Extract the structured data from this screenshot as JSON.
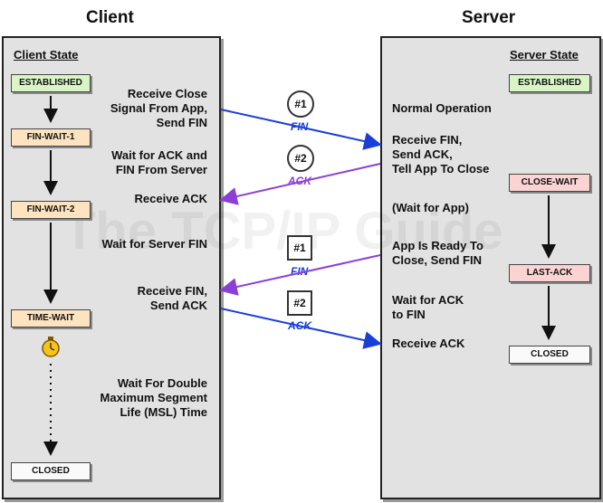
{
  "headers": {
    "client": "Client",
    "server": "Server"
  },
  "client": {
    "title": "Client State",
    "states": [
      "ESTABLISHED",
      "FIN-WAIT-1",
      "FIN-WAIT-2",
      "TIME-WAIT",
      "CLOSED"
    ],
    "labels": {
      "receive_close": [
        "Receive Close",
        "Signal From App,",
        "Send FIN"
      ],
      "wait_ack_fin": [
        "Wait for ACK and",
        "FIN From Server"
      ],
      "receive_ack": "Receive ACK",
      "wait_server_fin": "Wait for Server FIN",
      "receive_fin_send_ack": [
        "Receive FIN,",
        "Send ACK"
      ],
      "wait_double_msl": [
        "Wait For Double",
        "Maximum Segment",
        "Life (MSL) Time"
      ]
    }
  },
  "server": {
    "title": "Server State",
    "states": [
      "ESTABLISHED",
      "CLOSE-WAIT",
      "LAST-ACK",
      "CLOSED"
    ],
    "labels": {
      "normal_operation": "Normal Operation",
      "receive_fin_send_ack": [
        "Receive FIN,",
        "Send ACK,",
        "Tell App To Close"
      ],
      "wait_for_app": "(Wait for App)",
      "app_ready": [
        "App Is Ready To",
        "Close, Send FIN"
      ],
      "wait_ack_fin": [
        "Wait for ACK",
        "to FIN"
      ],
      "receive_ack": "Receive ACK"
    }
  },
  "messages": [
    {
      "badge": "#1",
      "label": "FIN",
      "color": "#1a3fd6"
    },
    {
      "badge": "#2",
      "label": "ACK",
      "color": "#8a3fd6"
    },
    {
      "badge": "#1",
      "label": "FIN",
      "color": "#1a3fd6"
    },
    {
      "badge": "#2",
      "label": "ACK",
      "color": "#1a3fd6"
    }
  ],
  "watermark": "The TCP/IP Guide"
}
